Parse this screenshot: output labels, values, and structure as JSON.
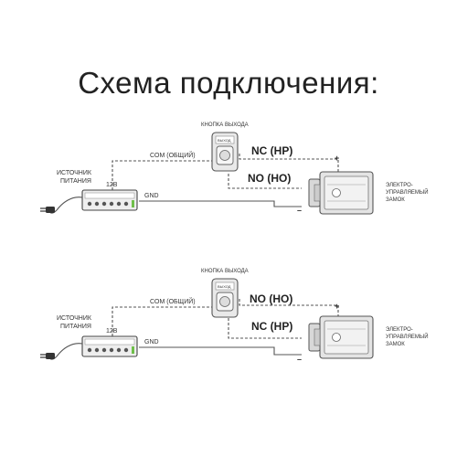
{
  "title": "Схема подключения:",
  "diagrams": [
    {
      "button_label": "КНОПКА ВЫХОДА",
      "button_face": "ВЫХОД",
      "com_label": "COM (ОБЩИЙ)",
      "upper_contact": "NC (НР)",
      "lower_contact": "NO (НО)",
      "power_label_1": "ИСТОЧНИК",
      "power_label_2": "ПИТАНИЯ",
      "voltage": "12В",
      "gnd": "GND",
      "plus": "+",
      "minus": "–",
      "lock_label_1": "ЭЛЕКТРО-",
      "lock_label_2": "УПРАВЛЯЕМЫЙ",
      "lock_label_3": "ЗАМОК"
    },
    {
      "button_label": "КНОПКА ВЫХОДА",
      "button_face": "ВЫХОД",
      "com_label": "COM (ОБЩИЙ)",
      "upper_contact": "NO (НО)",
      "lower_contact": "NC (НР)",
      "power_label_1": "ИСТОЧНИК",
      "power_label_2": "ПИТАНИЯ",
      "voltage": "12В",
      "gnd": "GND",
      "plus": "+",
      "minus": "–",
      "lock_label_1": "ЭЛЕКТРО-",
      "lock_label_2": "УПРАВЛЯЕМЫЙ",
      "lock_label_3": "ЗАМОК"
    }
  ]
}
